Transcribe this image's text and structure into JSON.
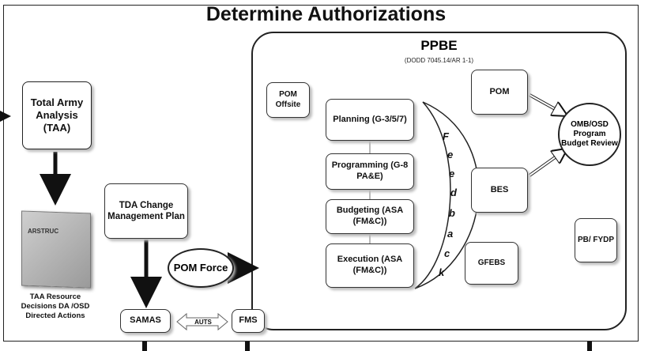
{
  "title": "Determine Authorizations",
  "ppbe": {
    "title": "PPBE",
    "subtitle": "(DODD 7045.14/AR 1-1)"
  },
  "taa": {
    "label": "Total Army Analysis (TAA)"
  },
  "book": {
    "title": "ARSTRUC",
    "caption": "TAA Resource Decisions DA /OSD Directed Actions"
  },
  "tda_plan": {
    "label": "TDA Change Management Plan"
  },
  "pom_force": {
    "label": "POM Force"
  },
  "samas": {
    "label": "SAMAS"
  },
  "auts": {
    "label": "AUTS"
  },
  "fms": {
    "label": "FMS"
  },
  "pom_offsite": {
    "label": "POM Offsite"
  },
  "phases": {
    "planning": "Planning (G-3/5/7)",
    "programming": "Programming (G-8 PA&E)",
    "budgeting": "Budgeting (ASA (FM&C))",
    "execution": "Execution (ASA (FM&C))"
  },
  "feedback_letters": [
    "F",
    "e",
    "e",
    "d",
    "b",
    "a",
    "c",
    "k"
  ],
  "pom": {
    "label": "POM"
  },
  "bes": {
    "label": "BES"
  },
  "gfebs": {
    "label": "GFEBS"
  },
  "omb": {
    "label": "OMB/OSD Program Budget Review"
  },
  "pb_fydp": {
    "label": "PB/ FYDP"
  },
  "colors": {
    "stroke": "#222222",
    "shadow": "#bbbbbb",
    "book": "#b0b0b0"
  }
}
